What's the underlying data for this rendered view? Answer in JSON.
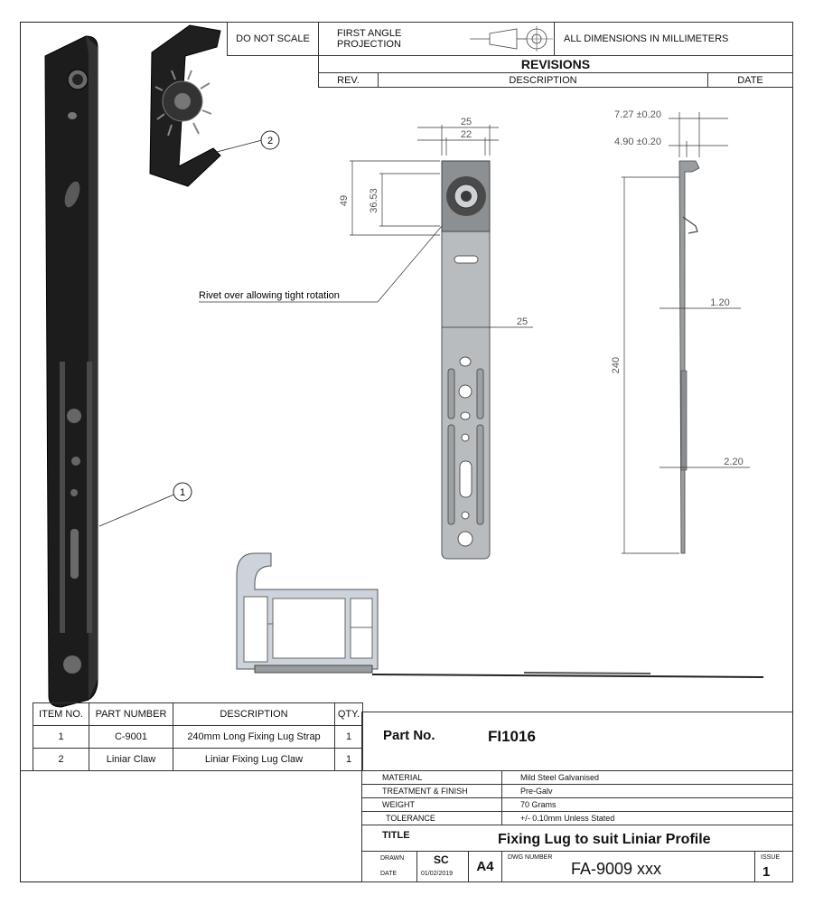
{
  "header": {
    "do_not_scale": "DO NOT SCALE",
    "projection": "FIRST ANGLE PROJECTION",
    "dimensions_note": "ALL DIMENSIONS IN MILLIMETERS"
  },
  "revisions": {
    "title": "REVISIONS",
    "columns": [
      "REV.",
      "DESCRIPTION",
      "DATE"
    ]
  },
  "front_view": {
    "dims": {
      "width_outer": "25",
      "width_inner": "22",
      "claw_height": "49",
      "claw_inner": "36.53",
      "strap_width": "25"
    },
    "note": "Rivet over allowing tight rotation"
  },
  "side_view": {
    "dims": {
      "top_outer": "7.27 ±0.20",
      "top_inner": "4.90 ±0.20",
      "length": "240",
      "thickness_1": "1.20",
      "thickness_2": "2.20"
    }
  },
  "balloons": [
    "1",
    "2"
  ],
  "bom": {
    "headers": [
      "ITEM NO.",
      "PART NUMBER",
      "DESCRIPTION",
      "QTY."
    ],
    "rows": [
      [
        "1",
        "C-9001",
        "240mm Long Fixing Lug Strap",
        "1"
      ],
      [
        "2",
        "Liniar Claw",
        "Liniar Fixing Lug Claw",
        "1"
      ]
    ]
  },
  "title_block": {
    "part_no_label": "Part No.",
    "part_no": "FI1016",
    "material_label": "MATERIAL",
    "material": "Mild Steel Galvanised",
    "treatment_label": "TREATMENT & FINISH",
    "treatment": "Pre-Galv",
    "weight_label": "WEIGHT",
    "weight": "70 Grams",
    "tolerance_label": "TOLERANCE",
    "tolerance": "+/- 0.10mm Unless Stated",
    "title_label": "TITLE",
    "title": "Fixing Lug to suit Liniar Profile",
    "drawn_label": "DRAWN",
    "drawn": "SC",
    "date_label": "DATE",
    "date": "01/02/2019",
    "sheet_size": "A4",
    "dwg_label": "DWG NUMBER",
    "dwg_number": "FA-9009 xxx",
    "issue_label": "ISSUE",
    "issue": "1"
  },
  "colors": {
    "line": "#222222",
    "strap_dark": "#1c1c1c",
    "steel": "#b9bcbe",
    "profile": "#cdd3da"
  }
}
